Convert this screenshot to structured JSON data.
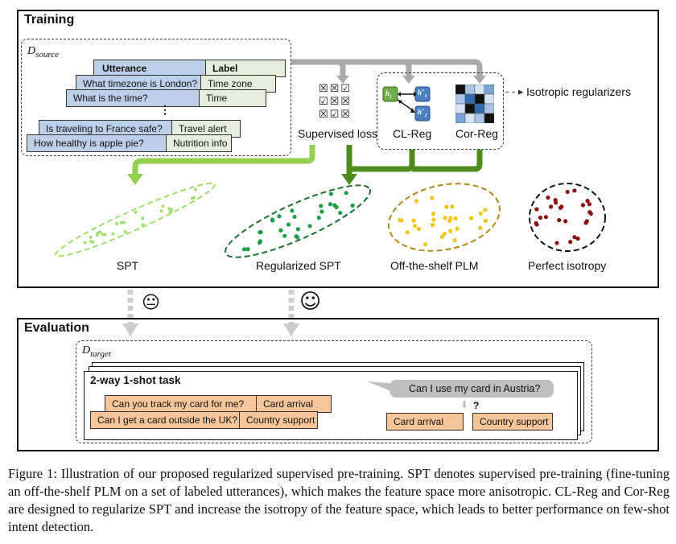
{
  "training": {
    "title": "Training",
    "d_source": {
      "d": "D",
      "sub": "source"
    },
    "table": {
      "header_utterance": "Utterance",
      "header_label": "Label",
      "rows": [
        {
          "utterance": "What timezone is London?",
          "label": "Time zone"
        },
        {
          "utterance": "What is the time?",
          "label": "Time"
        },
        {
          "utterance": "Is traveling to France safe?",
          "label": "Travel alert"
        },
        {
          "utterance": "How healthy is apple pie?",
          "label": "Nutrition info"
        }
      ],
      "ellipsis": "⋮"
    },
    "supervised_loss": "Supervised loss",
    "cl_reg": "CL-Reg",
    "cor_reg": "Cor-Reg",
    "isotropic_regularizers": "Isotropic regularizers",
    "h1": "h",
    "h1_sub": "1",
    "h1p": "h",
    "h1p_sup": "+",
    "h1p_sub": "1",
    "h2p": "h",
    "h2p_sup": "+",
    "h2p_sub": "2",
    "spaces": [
      {
        "label": "SPT",
        "color": "#9fe06e"
      },
      {
        "label": "Regularized SPT",
        "color": "#1e9e45"
      },
      {
        "label": "Off-the-shelf PLM",
        "color": "#f2c51a"
      },
      {
        "label": "Perfect isotropy",
        "color": "#8b1010"
      }
    ],
    "arrow_colors": {
      "gray": "#aaaaaa",
      "light_green": "#92d050",
      "dark_green": "#4f8a1c"
    }
  },
  "evaluation": {
    "title": "Evaluation",
    "d_target": {
      "d": "D",
      "sub": "target"
    },
    "task_title": "2-way 1-shot task",
    "support": [
      {
        "utterance": "Can you track my card for me?",
        "label": "Card arrival"
      },
      {
        "utterance": "Can I get a card outside the UK?",
        "label": "Country support"
      }
    ],
    "query": "Can I use my card in Austria?",
    "question_mark": "?",
    "choices": [
      "Card arrival",
      "Country support"
    ]
  },
  "faces": {
    "neutral": "😐",
    "smile": "☺"
  },
  "caption": "Figure 1: Illustration of our proposed regularized supervised pre-training. SPT denotes supervised pre-training (fine-tuning an off-the-shelf PLM on a set of labeled utterances), which makes the feature space more anisotropic. CL-Reg and Cor-Reg are designed to regularize SPT and increase the isotropy of the feature space, which leads to better performance on few-shot intent detection."
}
